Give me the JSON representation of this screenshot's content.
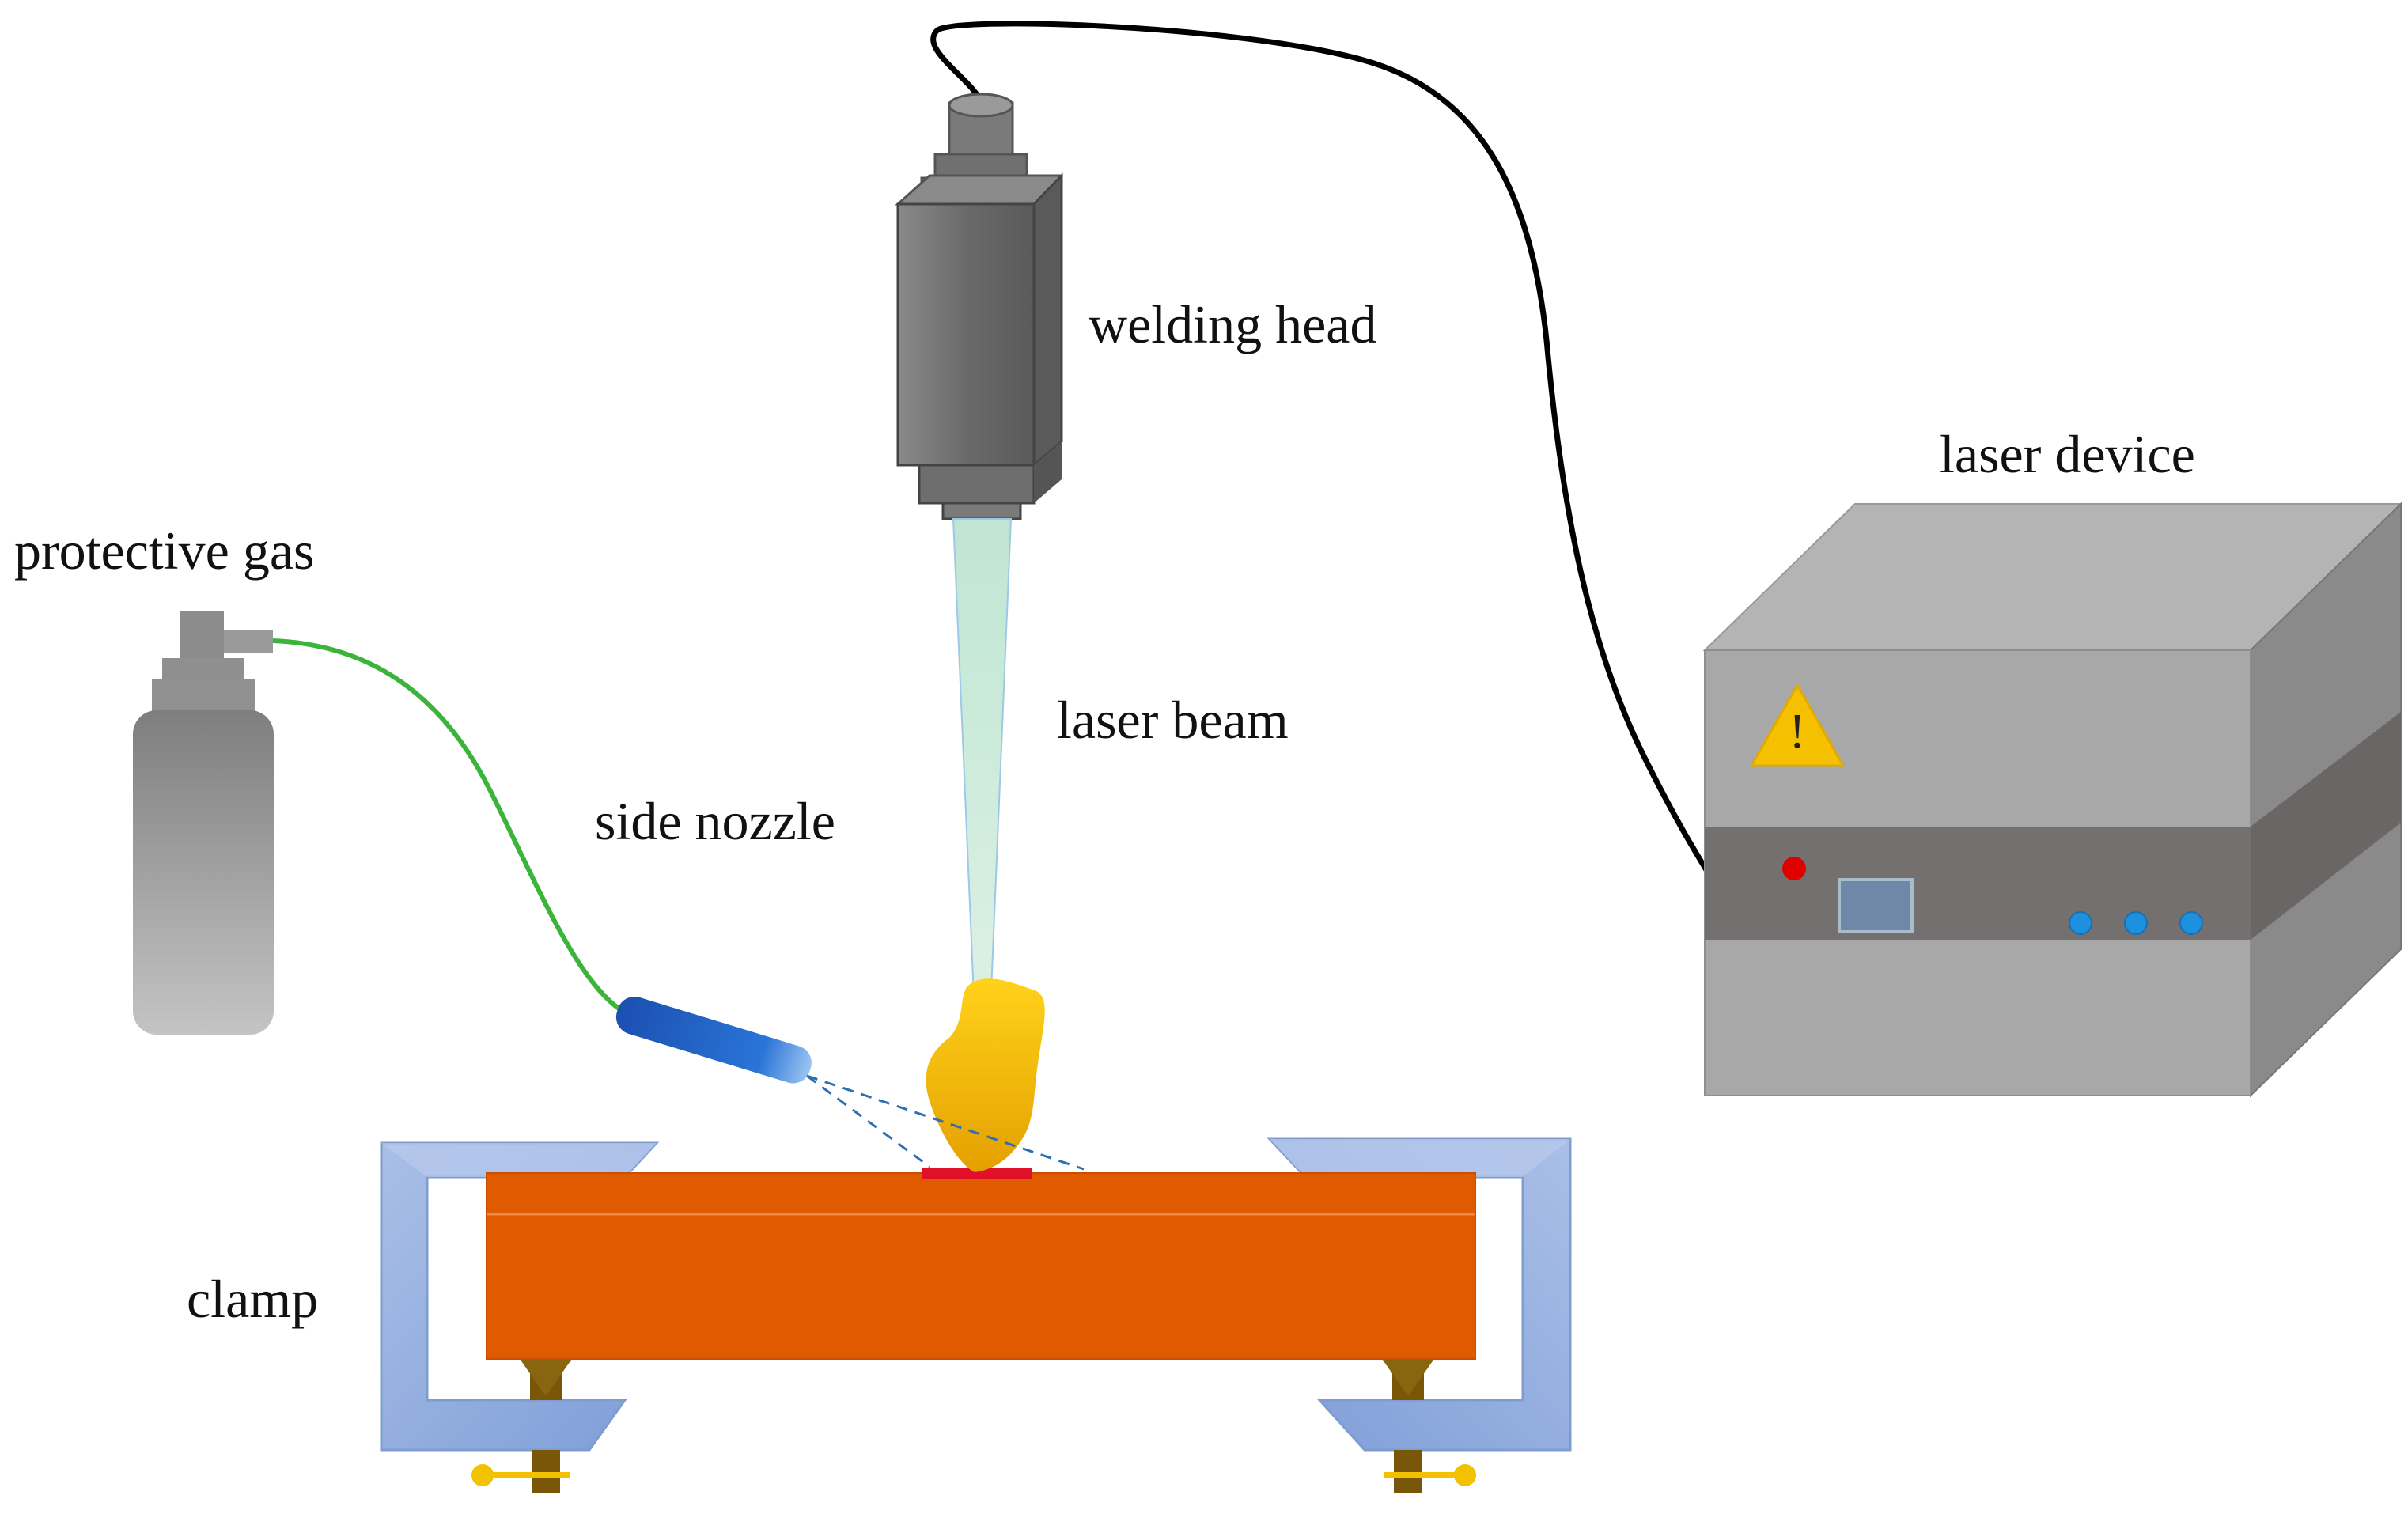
{
  "labels": {
    "welding_head": "welding head",
    "laser_device": "laser device",
    "protective_gas": "protective gas",
    "laser_beam": "laser beam",
    "side_nozzle": "side nozzle",
    "clamp": "clamp"
  },
  "warning_symbol": "!",
  "colors": {
    "workpiece": "#E05A00",
    "weld_seam": "#E0102A",
    "plasma_plume": "#F5B800",
    "laser_beam": "#CDE9D8",
    "clamp": "#8FAADC",
    "clamp_screw": "#7A5608",
    "clamp_knob": "#F2C200",
    "nozzle": "#1E5FC8",
    "gas_hose": "#3CB43C",
    "cable": "#000000",
    "gas_cylinder": "#9A9A9A",
    "welding_head": "#6E6E6E",
    "laser_device_body": "#A8A8A8",
    "laser_device_band": "#757070",
    "indicator_light": "#E00000",
    "buttons": "#1E90E0",
    "warning_triangle": "#F5C000"
  },
  "icons": [
    "warning-triangle-icon",
    "indicator-light-icon",
    "control-screen-icon",
    "button-icon"
  ]
}
